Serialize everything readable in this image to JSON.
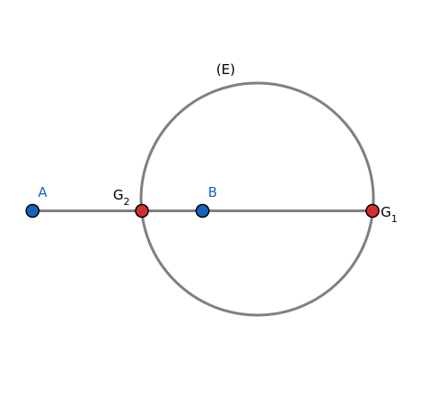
{
  "circle": {
    "label": "(E)"
  },
  "points": {
    "A": {
      "label": "A"
    },
    "B": {
      "label": "B"
    },
    "G2": {
      "label": "G",
      "sub": "2"
    },
    "G1": {
      "label": "G",
      "sub": "1"
    }
  },
  "colors": {
    "stroke": "#808080",
    "free_point": "#1565c0",
    "intersection_point": "#d32f2f",
    "point_outline": "#000000",
    "free_label": "#1565c0",
    "black_label": "#000000"
  }
}
